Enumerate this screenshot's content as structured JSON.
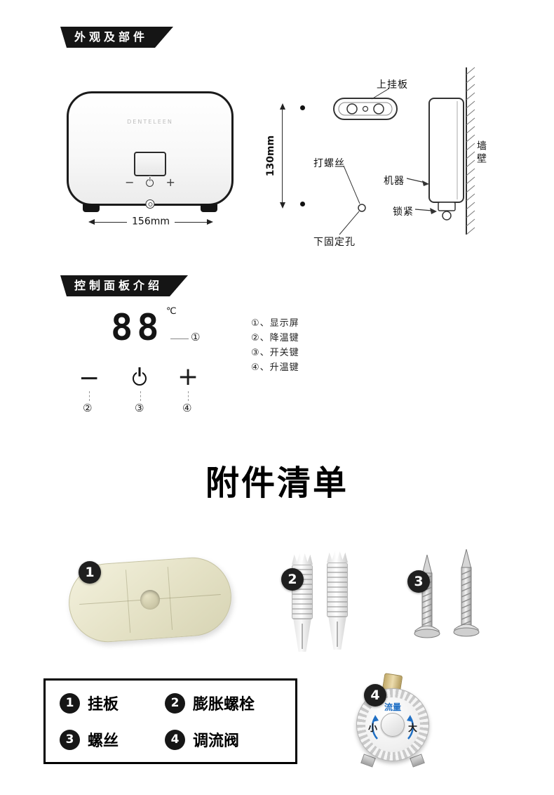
{
  "section_appearance": {
    "title": "外观及部件"
  },
  "section_panel": {
    "title": "控制面板介绍"
  },
  "device": {
    "brand": "DENTELEEN",
    "width_dim": "156mm",
    "height_dim": "130mm",
    "minus": "−",
    "plus": "+"
  },
  "install": {
    "upper_plate": "上挂板",
    "drive_screw": "打螺丝",
    "machine": "机器",
    "lock": "锁紧",
    "wall": "墙壁",
    "lower_hole": "下固定孔"
  },
  "panel": {
    "display_value": "88",
    "unit": "℃",
    "minus": "−",
    "plus": "+",
    "callout_1": "①",
    "callout_2": "②",
    "callout_3": "③",
    "callout_4": "④",
    "legend": [
      "①、显示屏",
      "②、降温键",
      "③、开关键",
      "④、升温键"
    ]
  },
  "accessories": {
    "title": "附件清单",
    "items": [
      {
        "num": "1",
        "label": "挂板"
      },
      {
        "num": "2",
        "label": "膨胀螺栓"
      },
      {
        "num": "3",
        "label": "螺丝"
      },
      {
        "num": "4",
        "label": "调流阀"
      }
    ],
    "valve": {
      "flow": "流量",
      "min": "小",
      "max": "大"
    }
  },
  "colors": {
    "banner_bg": "#151515",
    "accent_blue": "#1f6fc4",
    "plate_ivory": "#e8e5c8"
  }
}
